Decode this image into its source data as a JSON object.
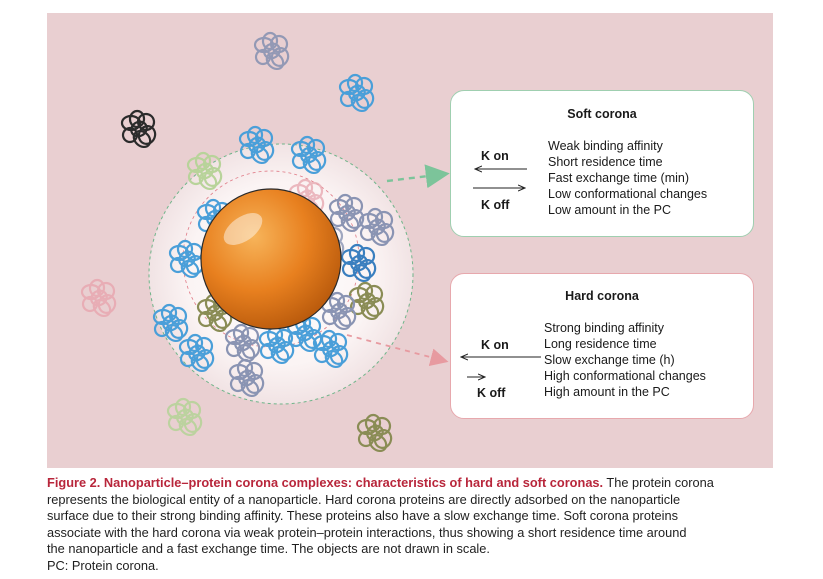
{
  "soft_corona": {
    "title": "Soft corona",
    "k_on": "K on",
    "k_off": "K off",
    "properties": [
      "Weak binding affinity",
      "Short residence time",
      "Fast exchange time (min)",
      "Low conformational changes",
      "Low amount in the PC"
    ]
  },
  "hard_corona": {
    "title": "Hard corona",
    "k_on": "K on",
    "k_off": "K off",
    "properties": [
      "Strong binding affinity",
      "Long residence time",
      "Slow exchange time (h)",
      "High conformational changes",
      "High amount in the PC"
    ]
  },
  "caption": {
    "title": "Figure 2. Nanoparticle–protein corona complexes: characteristics of hard and soft coronas.",
    "first_line_rest": " The protein corona",
    "lines": [
      "represents the biological entity of a nanoparticle. Hard corona proteins are directly adsorbed on the nanoparticle",
      "surface due to their strong binding affinity. These proteins also have a slow exchange time. Soft corona proteins",
      "associate with the hard corona via weak protein–protein interactions, thus showing a short residence time around",
      "the nanoparticle and a fast exchange time. The objects are not drawn in scale.",
      "PC: Protein corona."
    ]
  },
  "colors": {
    "background": "#e9cfd1",
    "nanoparticle": "#e8801f",
    "soft_accent": "#7cc49a",
    "hard_accent": "#e79aa0",
    "caption_title": "#b8263b"
  },
  "icons": [
    "protein-blob-icon",
    "nanoparticle-icon"
  ]
}
